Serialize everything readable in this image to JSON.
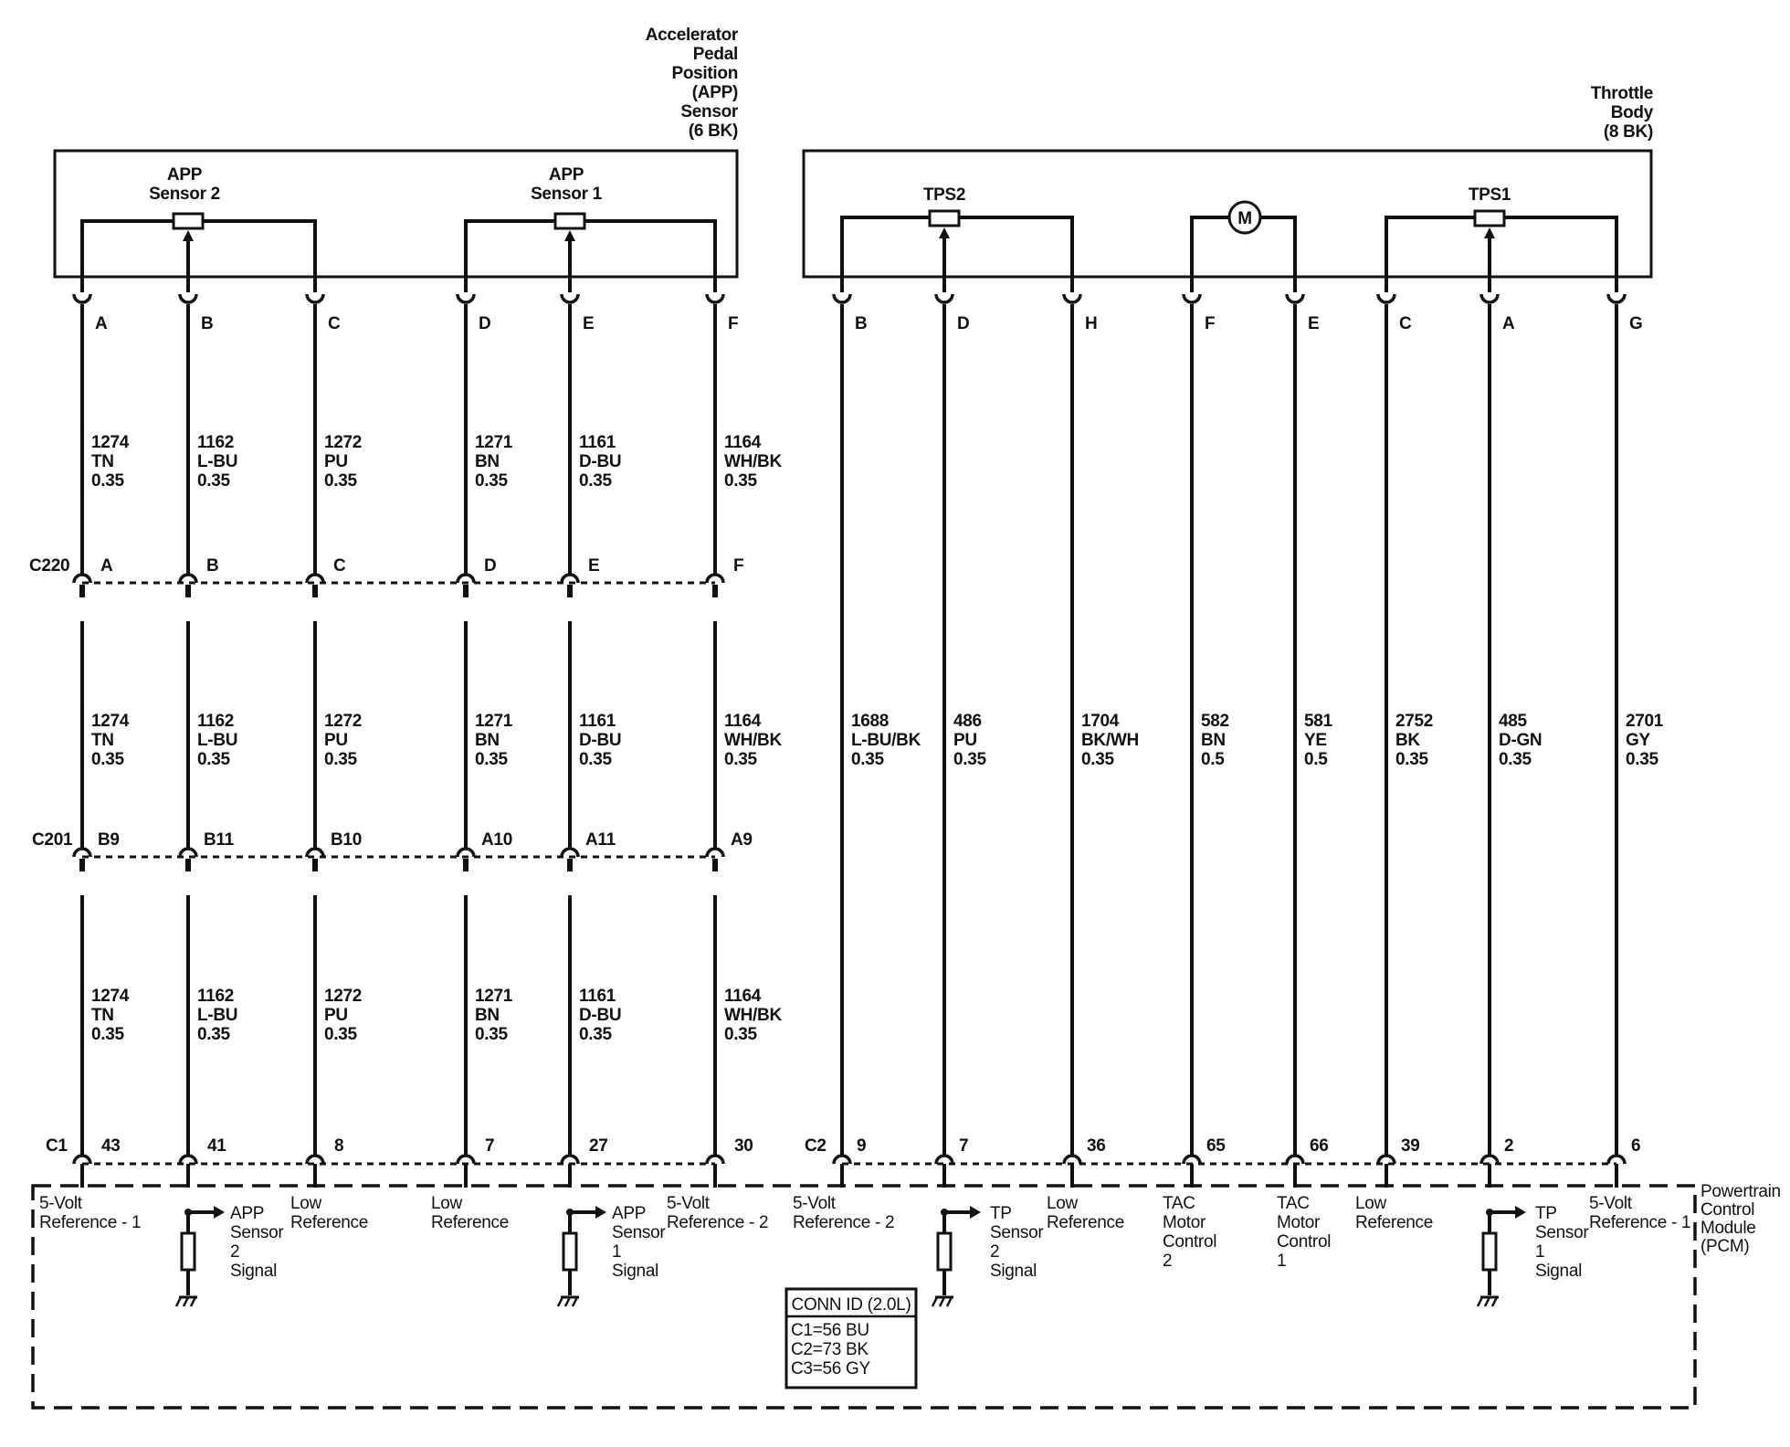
{
  "app_sensor_box": {
    "title_lines": [
      "Accelerator",
      "Pedal",
      "Position",
      "(APP)",
      "Sensor",
      "(6 BK)"
    ],
    "sensor2_label": [
      "APP",
      "Sensor 2"
    ],
    "sensor1_label": [
      "APP",
      "Sensor 1"
    ]
  },
  "throttle_body_box": {
    "title_lines": [
      "Throttle",
      "Body",
      "(8 BK)"
    ],
    "tps2_label": "TPS2",
    "tps1_label": "TPS1",
    "motor_label": "M"
  },
  "connectors": {
    "c220": "C220",
    "c201": "C201",
    "c1": "C1",
    "c2": "C2"
  },
  "app_wires": [
    {
      "pin_top": "A",
      "c220": "A",
      "c201": "B9",
      "c1": "43",
      "circuit": "1274",
      "color": "TN",
      "gauge": "0.35",
      "pcm_label": [
        "5-Volt",
        "Reference - 1"
      ],
      "sensor_ref": "none"
    },
    {
      "pin_top": "B",
      "c220": "B",
      "c201": "B11",
      "c1": "41",
      "circuit": "1162",
      "color": "L-BU",
      "gauge": "0.35",
      "pcm_label": [
        "APP",
        "Sensor",
        "2",
        "Signal"
      ],
      "sensor_ref": "signal"
    },
    {
      "pin_top": "C",
      "c220": "C",
      "c201": "B10",
      "c1": "8",
      "circuit": "1272",
      "color": "PU",
      "gauge": "0.35",
      "pcm_label": [
        "Low",
        "Reference"
      ],
      "sensor_ref": "none"
    },
    {
      "pin_top": "D",
      "c220": "D",
      "c201": "A10",
      "c1": "7",
      "circuit": "1271",
      "color": "BN",
      "gauge": "0.35",
      "pcm_label": [
        "Low",
        "Reference"
      ],
      "sensor_ref": "none"
    },
    {
      "pin_top": "E",
      "c220": "E",
      "c201": "A11",
      "c1": "27",
      "circuit": "1161",
      "color": "D-BU",
      "gauge": "0.35",
      "pcm_label": [
        "APP",
        "Sensor",
        "1",
        "Signal"
      ],
      "sensor_ref": "signal"
    },
    {
      "pin_top": "F",
      "c220": "F",
      "c201": "A9",
      "c1": "30",
      "circuit": "1164",
      "color": "WH/BK",
      "gauge": "0.35",
      "pcm_label": [
        "5-Volt",
        "Reference - 2"
      ],
      "sensor_ref": "none"
    }
  ],
  "tb_wires": [
    {
      "pin_top": "B",
      "c2": "9",
      "circuit": "1688",
      "color": "L-BU/BK",
      "gauge": "0.35",
      "pcm_label": [
        "5-Volt",
        "Reference - 2"
      ],
      "sensor_ref": "none"
    },
    {
      "pin_top": "D",
      "c2": "7",
      "circuit": "486",
      "color": "PU",
      "gauge": "0.35",
      "pcm_label": [
        "TP",
        "Sensor",
        "2",
        "Signal"
      ],
      "sensor_ref": "signal"
    },
    {
      "pin_top": "H",
      "c2": "36",
      "circuit": "1704",
      "color": "BK/WH",
      "gauge": "0.35",
      "pcm_label": [
        "Low",
        "Reference"
      ],
      "sensor_ref": "none"
    },
    {
      "pin_top": "F",
      "c2": "65",
      "circuit": "582",
      "color": "BN",
      "gauge": "0.5",
      "pcm_label": [
        "TAC",
        "Motor",
        "Control",
        "2"
      ],
      "sensor_ref": "none"
    },
    {
      "pin_top": "E",
      "c2": "66",
      "circuit": "581",
      "color": "YE",
      "gauge": "0.5",
      "pcm_label": [
        "TAC",
        "Motor",
        "Control",
        "1"
      ],
      "sensor_ref": "none"
    },
    {
      "pin_top": "C",
      "c2": "39",
      "circuit": "2752",
      "color": "BK",
      "gauge": "0.35",
      "pcm_label": [
        "Low",
        "Reference"
      ],
      "sensor_ref": "none"
    },
    {
      "pin_top": "A",
      "c2": "2",
      "circuit": "485",
      "color": "D-GN",
      "gauge": "0.35",
      "pcm_label": [
        "TP",
        "Sensor",
        "1",
        "Signal"
      ],
      "sensor_ref": "signal"
    },
    {
      "pin_top": "G",
      "c2": "6",
      "circuit": "2701",
      "color": "GY",
      "gauge": "0.35",
      "pcm_label": [
        "5-Volt",
        "Reference - 1"
      ],
      "sensor_ref": "none"
    }
  ],
  "pcm": {
    "title_lines": [
      "Powertrain",
      "Control",
      "Module",
      "(PCM)"
    ],
    "conn_id_title": "CONN ID (2.0L)",
    "conn_id_lines": [
      "C1=56 BU",
      "C2=73 BK",
      "C3=56 GY"
    ]
  }
}
